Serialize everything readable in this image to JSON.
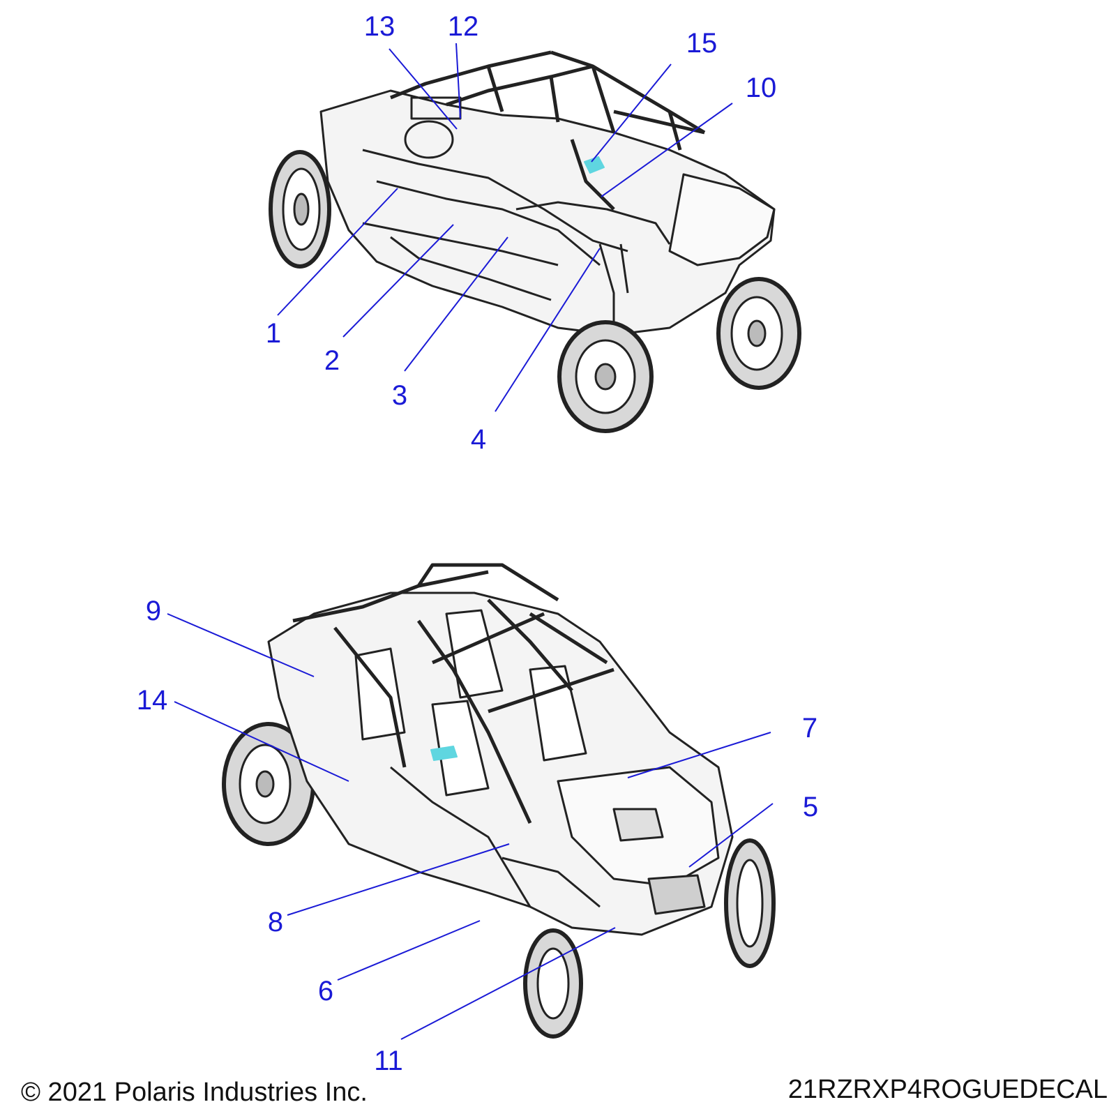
{
  "colors": {
    "callout": "#1a1ad6",
    "drawing": "#222222",
    "highlight": "#5fd6e0"
  },
  "diagrams": [
    {
      "view": "left-side-rear-three-quarter",
      "callouts": [
        {
          "number": "13"
        },
        {
          "number": "12"
        },
        {
          "number": "15"
        },
        {
          "number": "10"
        },
        {
          "number": "1"
        },
        {
          "number": "2"
        },
        {
          "number": "3"
        },
        {
          "number": "4"
        }
      ]
    },
    {
      "view": "front-top-three-quarter",
      "callouts": [
        {
          "number": "9"
        },
        {
          "number": "14"
        },
        {
          "number": "7"
        },
        {
          "number": "5"
        },
        {
          "number": "8"
        },
        {
          "number": "6"
        },
        {
          "number": "11"
        }
      ]
    }
  ],
  "footer": {
    "copyright": "© 2021 Polaris Industries Inc.",
    "drawing_id": "21RZRXP4ROGUEDECAL"
  }
}
